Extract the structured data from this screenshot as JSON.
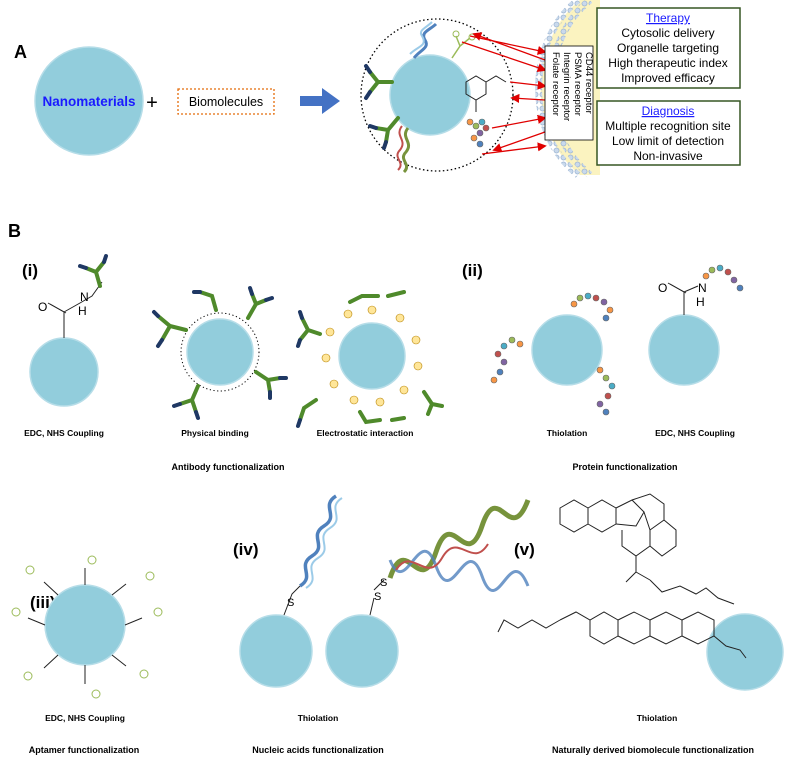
{
  "panel_labels": {
    "a": "A",
    "b": "B"
  },
  "panel_a": {
    "nanomaterials": "Nanomaterials",
    "plus": "+",
    "biomolecules": "Biomolecules",
    "receptors": [
      "CD44 receptor",
      "PSMA receptor",
      "Integrin receptor",
      "Folate receptor"
    ],
    "therapy": {
      "title": "Therapy",
      "items": [
        "Cytosolic delivery",
        "Organelle targeting",
        "High therapeutic index",
        "Improved efficacy"
      ]
    },
    "diagnosis": {
      "title": "Diagnosis",
      "items": [
        "Multiple recognition site",
        "Low limit of detection",
        "Non-invasive"
      ]
    }
  },
  "panel_b": {
    "sub": {
      "i": "(i)",
      "ii": "(ii)",
      "iii": "(iii)",
      "iv": "(iv)",
      "v": "(v)"
    },
    "captions": {
      "edc_nhs_1": "EDC, NHS Coupling",
      "physical": "Physical binding",
      "electrostatic": "Electrostatic interaction",
      "thiolation_2": "Thiolation",
      "edc_nhs_2": "EDC, NHS Coupling",
      "edc_nhs_3": "EDC, NHS Coupling",
      "thiolation_4": "Thiolation",
      "thiolation_5": "Thiolation"
    },
    "group_titles": {
      "antibody": "Antibody functionalization",
      "protein": "Protein functionalization",
      "aptamer": "Aptamer functionalization",
      "nucleic": "Nucleic acids functionalization",
      "natural": "Naturally derived biomolecule functionalization"
    },
    "atoms": {
      "o": "O",
      "n": "N",
      "h": "H",
      "s": "S"
    }
  },
  "colors": {
    "nanoparticle": "#92cddc",
    "nanomaterials_text": "#1a1aff",
    "biomolecules_border": "#e46c0a",
    "arrow": "#4472c4",
    "antibody": "#4f8a2b",
    "box_border": "#375623",
    "red_arrow": "#e00000",
    "membrane": "#fbf3c0"
  }
}
